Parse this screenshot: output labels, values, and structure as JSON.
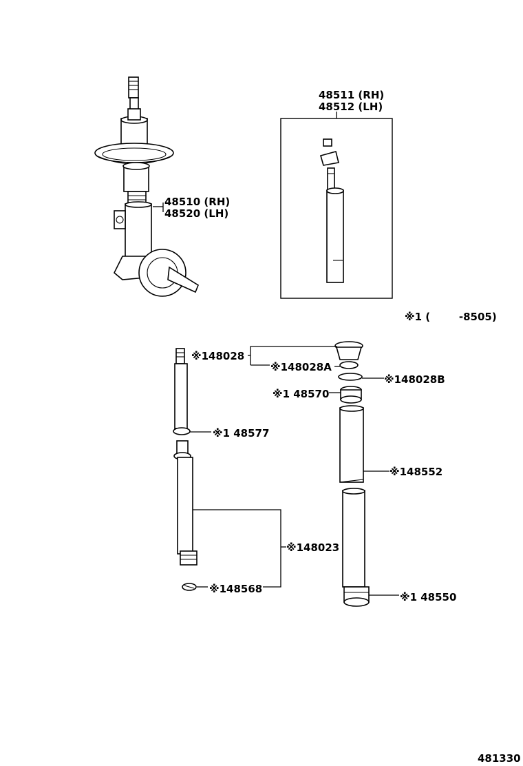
{
  "labels": {
    "strut_rh": "48510 (RH)",
    "strut_lh": "48520 (LH)",
    "cartridge_rh": "48511 (RH)",
    "cartridge_lh": "48512 (LH)",
    "footnote": "※1 (        -8505)",
    "p148028": "※148028",
    "p148028a": "※148028A",
    "p148028b": "※148028B",
    "p148570": "※1 48570",
    "p148577": "※1 48577",
    "p148552": "※148552",
    "p148023": "※148023",
    "p148568": "※148568",
    "p148550": "※1 48550",
    "drawing_number": "481330"
  }
}
